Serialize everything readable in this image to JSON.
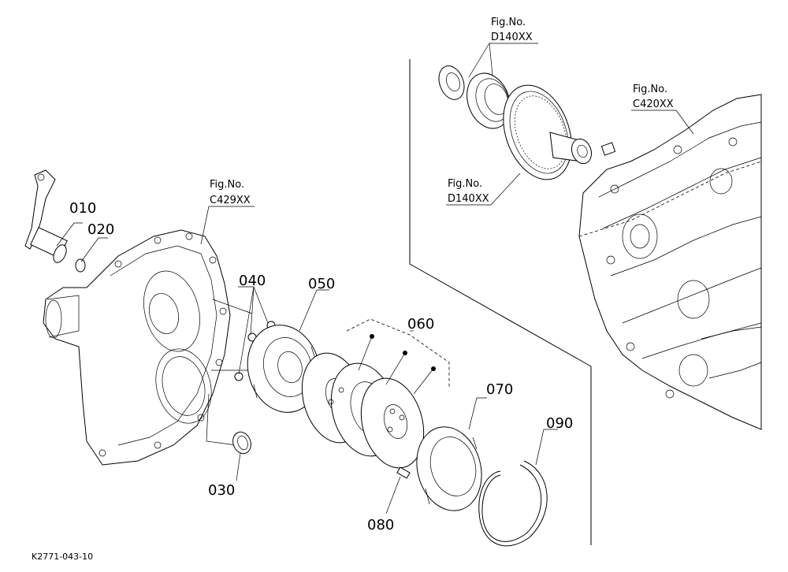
{
  "callouts": {
    "p010": "010",
    "p020": "020",
    "p030": "030",
    "p040": "040",
    "p050": "050",
    "p060": "060",
    "p070": "070",
    "p080": "080",
    "p090": "090"
  },
  "figure_refs": {
    "case_ref": {
      "label": "Fig.No.",
      "code": "C429XX"
    },
    "bearing_ref": {
      "label": "Fig.No.",
      "code": "D140XX"
    },
    "gear_ref": {
      "label": "Fig.No.",
      "code": "D140XX"
    },
    "housing_ref": {
      "label": "Fig.No.",
      "code": "C420XX"
    }
  },
  "drawing_code": "K2771-043-10"
}
